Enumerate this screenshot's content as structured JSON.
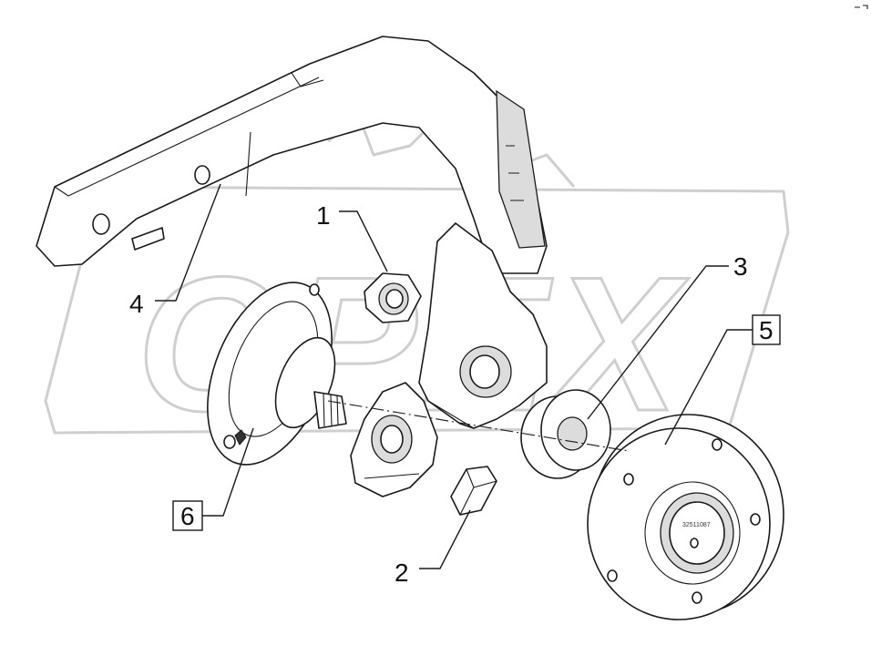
{
  "watermark": {
    "text": "OPEX"
  },
  "corner_mark": {
    "icon": "corner-mark-icon"
  },
  "hub_stamp": "32511087",
  "callouts": [
    {
      "id": "1",
      "label": "1",
      "boxed": false
    },
    {
      "id": "2",
      "label": "2",
      "boxed": false
    },
    {
      "id": "3",
      "label": "3",
      "boxed": false
    },
    {
      "id": "4",
      "label": "4",
      "boxed": false
    },
    {
      "id": "5",
      "label": "5",
      "boxed": true
    },
    {
      "id": "6",
      "label": "6",
      "boxed": true
    }
  ]
}
